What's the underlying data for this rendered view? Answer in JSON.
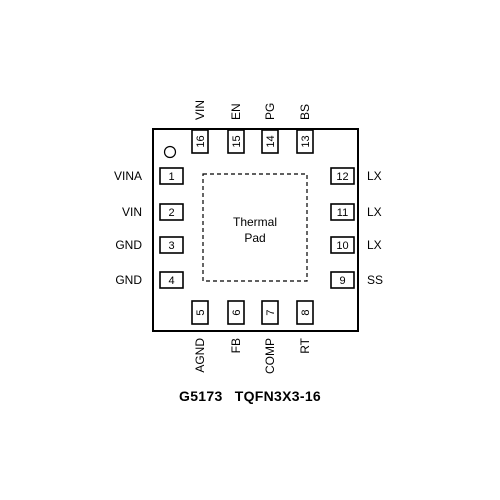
{
  "package": {
    "pad_line1": "Thermal",
    "pad_line2": "Pad",
    "part_number": "G5173",
    "package_name": "TQFN3X3-16"
  },
  "pins": {
    "left": [
      {
        "num": "1",
        "label": "VINA"
      },
      {
        "num": "2",
        "label": "VIN"
      },
      {
        "num": "3",
        "label": "GND"
      },
      {
        "num": "4",
        "label": "GND"
      }
    ],
    "bottom": [
      {
        "num": "5",
        "label": "AGND"
      },
      {
        "num": "6",
        "label": "FB"
      },
      {
        "num": "7",
        "label": "COMP"
      },
      {
        "num": "8",
        "label": "RT"
      }
    ],
    "right": [
      {
        "num": "9",
        "label": "SS"
      },
      {
        "num": "10",
        "label": "LX"
      },
      {
        "num": "11",
        "label": "LX"
      },
      {
        "num": "12",
        "label": "LX"
      }
    ],
    "top": [
      {
        "num": "13",
        "label": "BS"
      },
      {
        "num": "14",
        "label": "PG"
      },
      {
        "num": "15",
        "label": "EN"
      },
      {
        "num": "16",
        "label": "VIN"
      }
    ]
  }
}
